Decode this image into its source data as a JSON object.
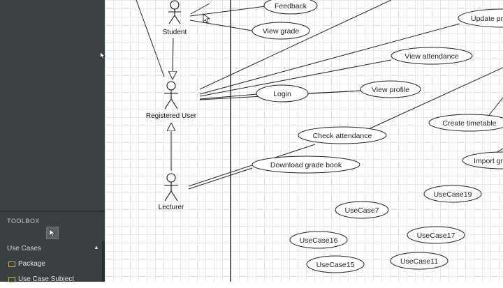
{
  "toolbox": {
    "title": "TOOLBOX",
    "section": "Use Cases",
    "items": [
      "Package",
      "Use Case Subject"
    ]
  },
  "actors": {
    "student": "Student",
    "registered_user": "Registered User",
    "lecturer": "Lecturer"
  },
  "use_cases": {
    "feedback": "Feedback",
    "view_grade": "View grade",
    "update_profile": "Update pro",
    "view_attendance": "View attendance",
    "login": "Login",
    "view_profile": "View profile",
    "create_timetable": "Create timetable",
    "check_attendance": "Check attendance",
    "download_grade_book": "Download grade book",
    "import_grades": "Import gr",
    "uc19": "UseCase19",
    "uc7": "UseCase7",
    "uc17": "UseCase17",
    "uc16": "UseCase16",
    "uc11": "UseCase11",
    "uc15": "UseCase15"
  },
  "colors": {
    "sidebar_bg": "#3c4143",
    "grid": "#e4e8ec",
    "stroke": "#222222"
  },
  "icons": [
    "pointer-icon",
    "package-icon",
    "use-case-subject-icon",
    "chevron-up-icon",
    "cursor-icon"
  ]
}
